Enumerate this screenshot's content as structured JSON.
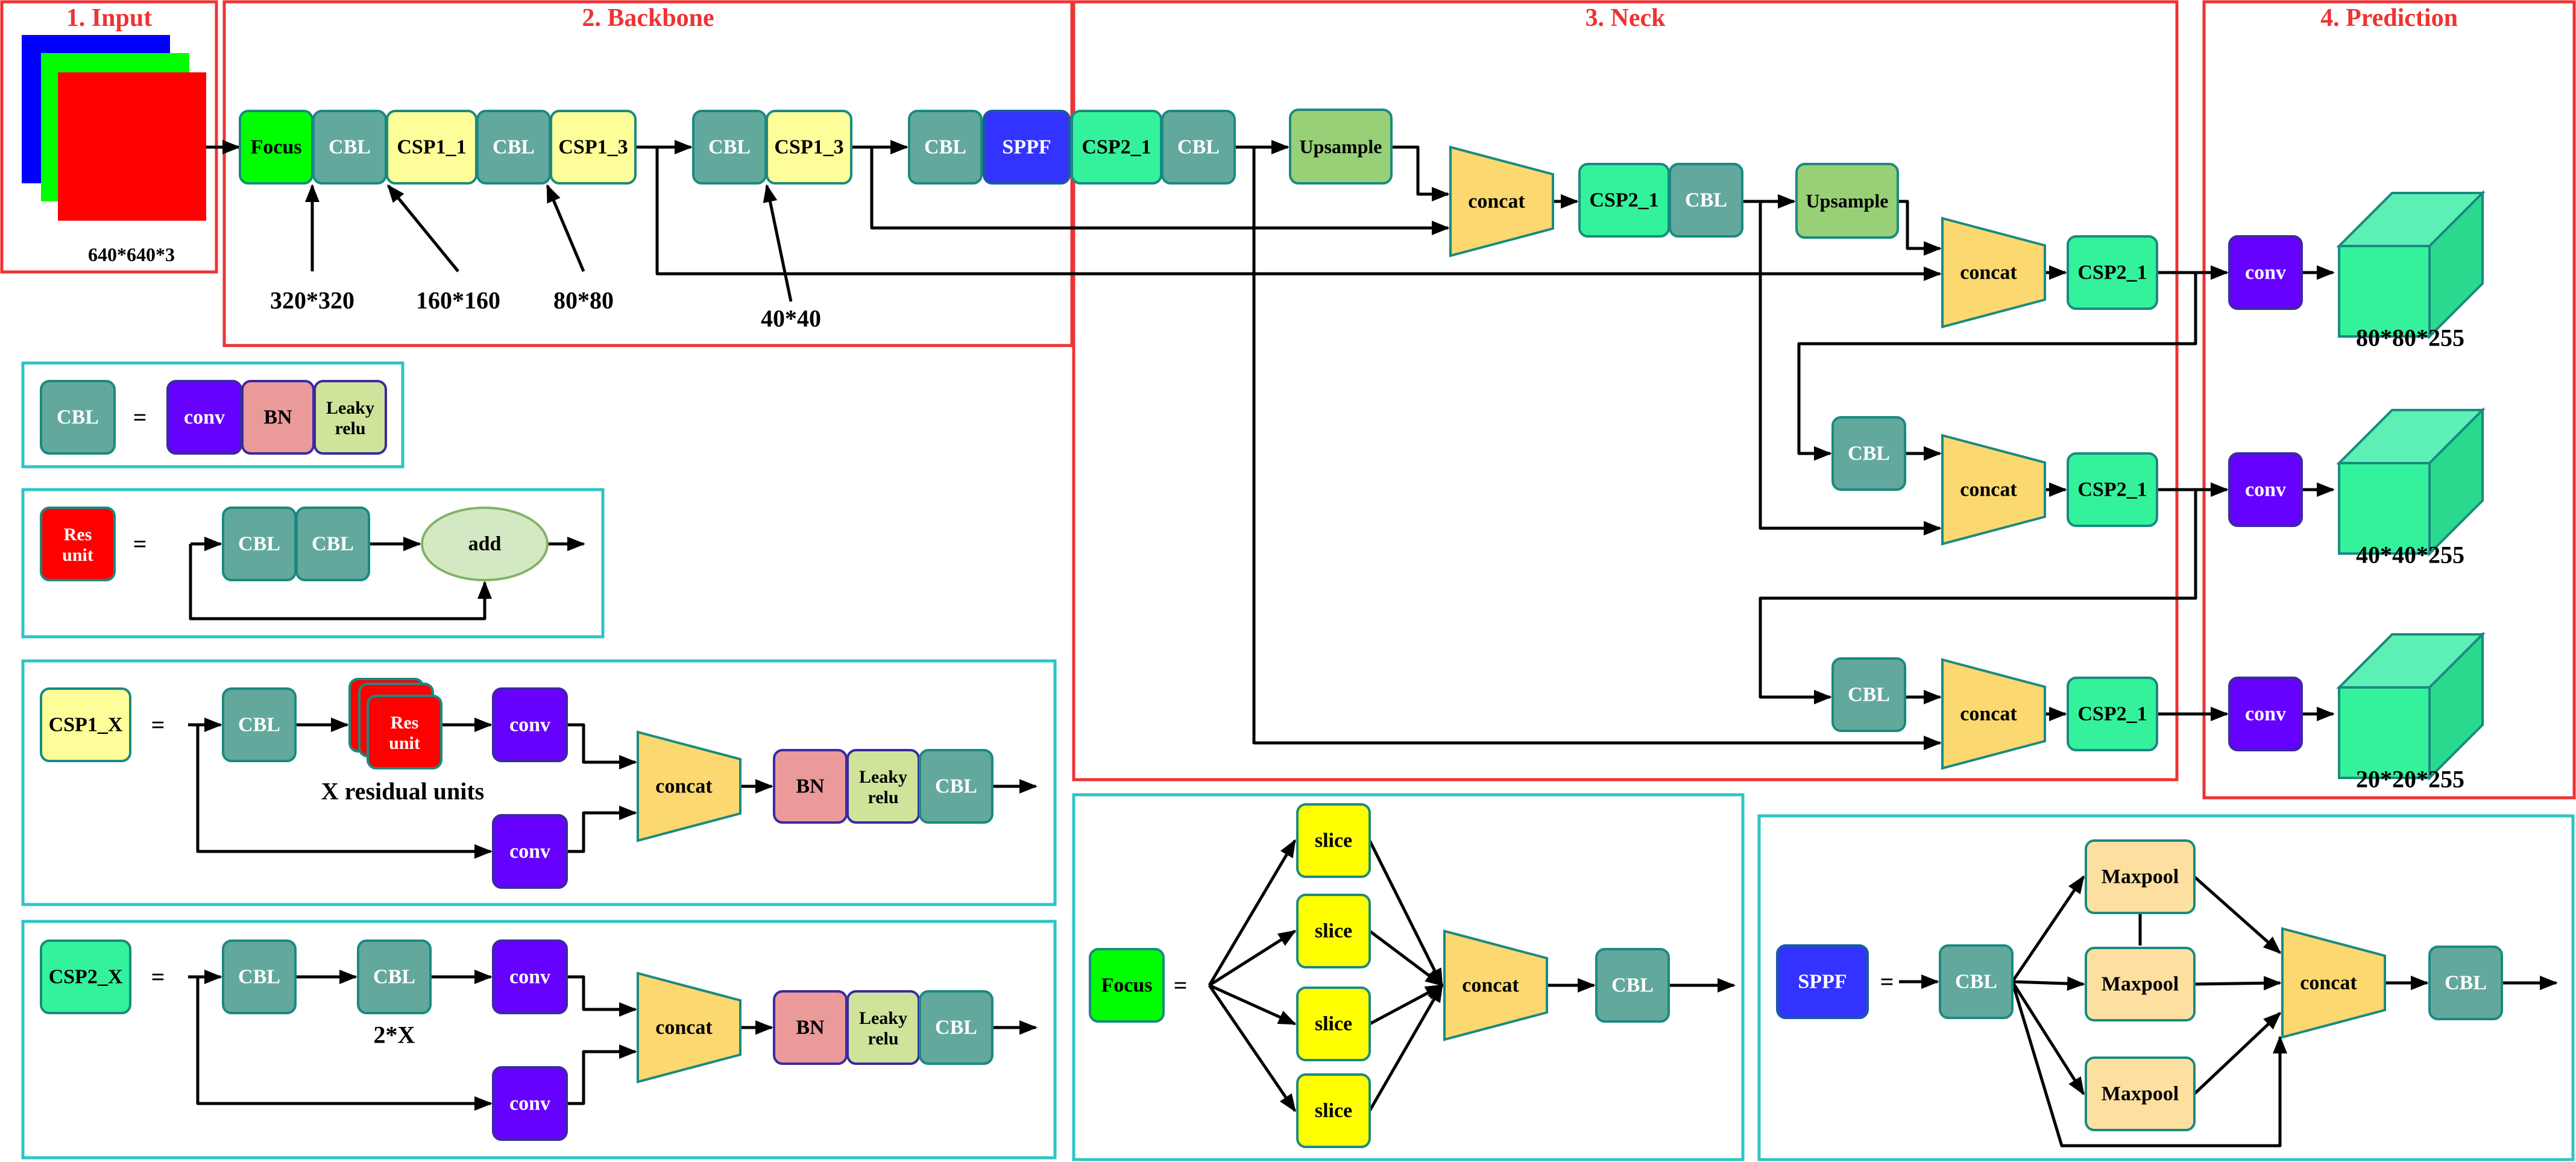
{
  "colors": {
    "section_border": "#ee3333",
    "legend_border": "#2ec4c4",
    "cbl": "#63a89c",
    "csp1": "#fdfd99",
    "csp2": "#33f29b",
    "conv": "#6600ff",
    "bn": "#eb9a9a",
    "leaky": "#cfe49a",
    "res": "#ff0000",
    "focus": "#00ff00",
    "sppf": "#3333ff",
    "concat": "#fcd870",
    "upsample": "#97d077",
    "slice": "#ffff00",
    "maxpool": "#fddfa0",
    "add": "#d5e8c4"
  },
  "sections": {
    "input": "1. Input",
    "backbone": "2. Backbone",
    "neck": "3. Neck",
    "prediction": "4. Prediction"
  },
  "input": {
    "size": "640*640*3"
  },
  "backbone": {
    "focus": "Focus",
    "cbl": "CBL",
    "csp1_1": "CSP1_1",
    "csp1_3": "CSP1_3",
    "sppf": "SPPF",
    "scales": [
      "320*320",
      "160*160",
      "80*80",
      "40*40"
    ]
  },
  "neck": {
    "csp2_1": "CSP2_1",
    "cbl": "CBL",
    "upsample": "Upsample",
    "concat": "concat"
  },
  "prediction": {
    "conv": "conv",
    "outputs": [
      "80*80*255",
      "40*40*255",
      "20*20*255"
    ]
  },
  "legend": {
    "equals": "=",
    "cbl": {
      "name": "CBL",
      "conv": "conv",
      "bn": "BN",
      "leaky": "Leaky relu"
    },
    "res": {
      "name": "Res unit",
      "cbl": "CBL",
      "add": "add"
    },
    "csp1": {
      "name": "CSP1_X",
      "cbl": "CBL",
      "res": "Res unit",
      "note": "X residual units",
      "conv": "conv",
      "concat": "concat",
      "bn": "BN",
      "leaky": "Leaky relu"
    },
    "csp2": {
      "name": "CSP2_X",
      "cbl": "CBL",
      "note": "2*X",
      "conv": "conv",
      "concat": "concat",
      "bn": "BN",
      "leaky": "Leaky relu"
    },
    "focus": {
      "name": "Focus",
      "slice": "slice",
      "concat": "concat",
      "cbl": "CBL"
    },
    "sppf": {
      "name": "SPPF",
      "cbl": "CBL",
      "maxpool": "Maxpool",
      "concat": "concat"
    }
  }
}
